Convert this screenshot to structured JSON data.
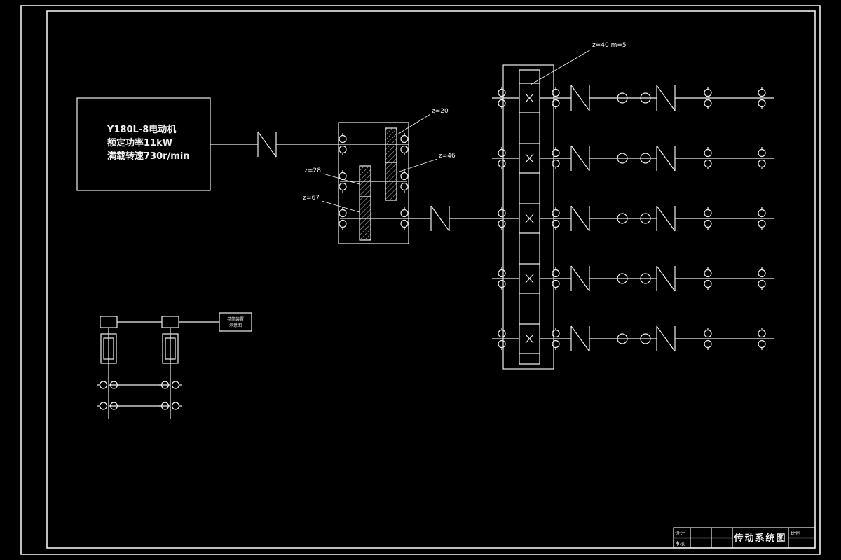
{
  "drawing": {
    "background": "#000000",
    "line_color": "#efefef"
  },
  "motor": {
    "line1": "Y180L-8电动机",
    "line2": "额定功率11kW",
    "line3": "满载转速730r/min"
  },
  "gear_labels": {
    "stage1_pinion": "z=20",
    "stage1_gear": "z=46",
    "stage2_pinion": "z=28",
    "stage2_gear": "z=67",
    "spindle_gear": "z=40 m=5"
  },
  "hoist_label": {
    "line1": "卷筒装置",
    "line2": "示意图"
  },
  "title_block": {
    "title": "传动系统图",
    "design_label": "设计",
    "review_label": "审核",
    "scale_label": "比例"
  }
}
